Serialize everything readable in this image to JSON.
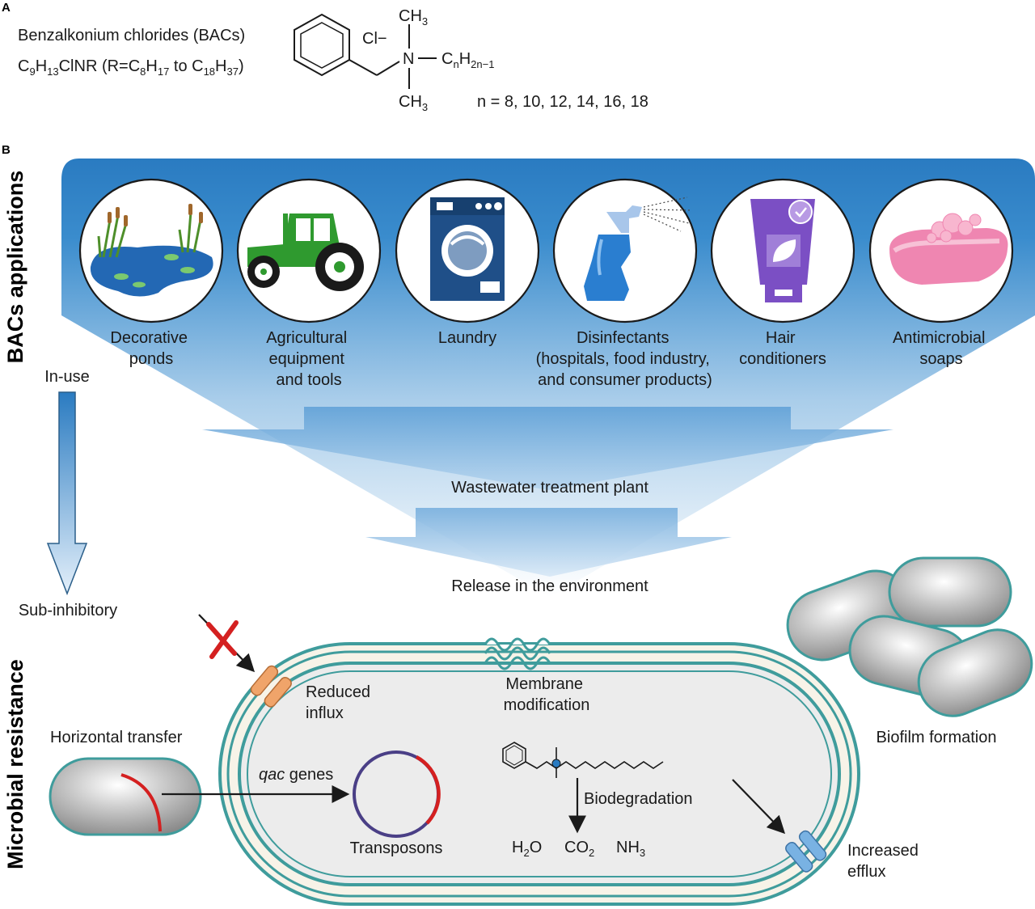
{
  "panel_a": {
    "label": "A",
    "name": "Benzalkonium chlorides (BACs)",
    "formula": "C9H13ClNR (R=C8H17 to C18H37)",
    "chloride": "Cl−",
    "ch3_top": "CH3",
    "ch3_bottom": "CH3",
    "nitrogen": "N",
    "chain": "CnH2n−1",
    "n_values": "n = 8, 10, 12, 14, 16, 18"
  },
  "panel_b": {
    "label": "B",
    "side_top": "BACs applications",
    "side_bottom": "Microbial resistance",
    "gradient_top": "In-use",
    "gradient_bottom": "Sub-inhibitory",
    "applications": [
      {
        "icon": "pond-icon",
        "lines": [
          "Decorative",
          "ponds"
        ]
      },
      {
        "icon": "tractor-icon",
        "lines": [
          "Agricultural",
          "equipment",
          "and tools"
        ]
      },
      {
        "icon": "washing-machine-icon",
        "lines": [
          "Laundry"
        ]
      },
      {
        "icon": "spray-bottle-icon",
        "lines": [
          "Disinfectants",
          "(hospitals, food industry,",
          "and consumer products)"
        ]
      },
      {
        "icon": "conditioner-tube-icon",
        "lines": [
          "Hair",
          "conditioners"
        ]
      },
      {
        "icon": "soap-icon",
        "lines": [
          "Antimicrobial",
          "soaps"
        ]
      }
    ],
    "wastewater": "Wastewater treatment plant",
    "release": "Release in the environment",
    "reduced_influx": [
      "Reduced",
      "influx"
    ],
    "membrane_modification": [
      "Membrane",
      "modification"
    ],
    "horizontal_transfer": "Horizontal transfer",
    "qac_italic": "qac",
    "qac_rest": " genes",
    "transposons": "Transposons",
    "biodegradation": "Biodegradation",
    "products": [
      "H2O",
      "CO2",
      "NH3"
    ],
    "increased_efflux": [
      "Increased",
      "efflux"
    ],
    "biofilm": "Biofilm formation"
  },
  "colors": {
    "blue_dark": "#2a7bc1",
    "blue_light": "#ffffff",
    "membrane": "#3f9c9c",
    "cell_fill": "#ececec",
    "red": "#d42020",
    "plasmid": "#4a3f86",
    "influx_channel": "#f0a46a",
    "efflux_channel": "#79b2e3"
  }
}
